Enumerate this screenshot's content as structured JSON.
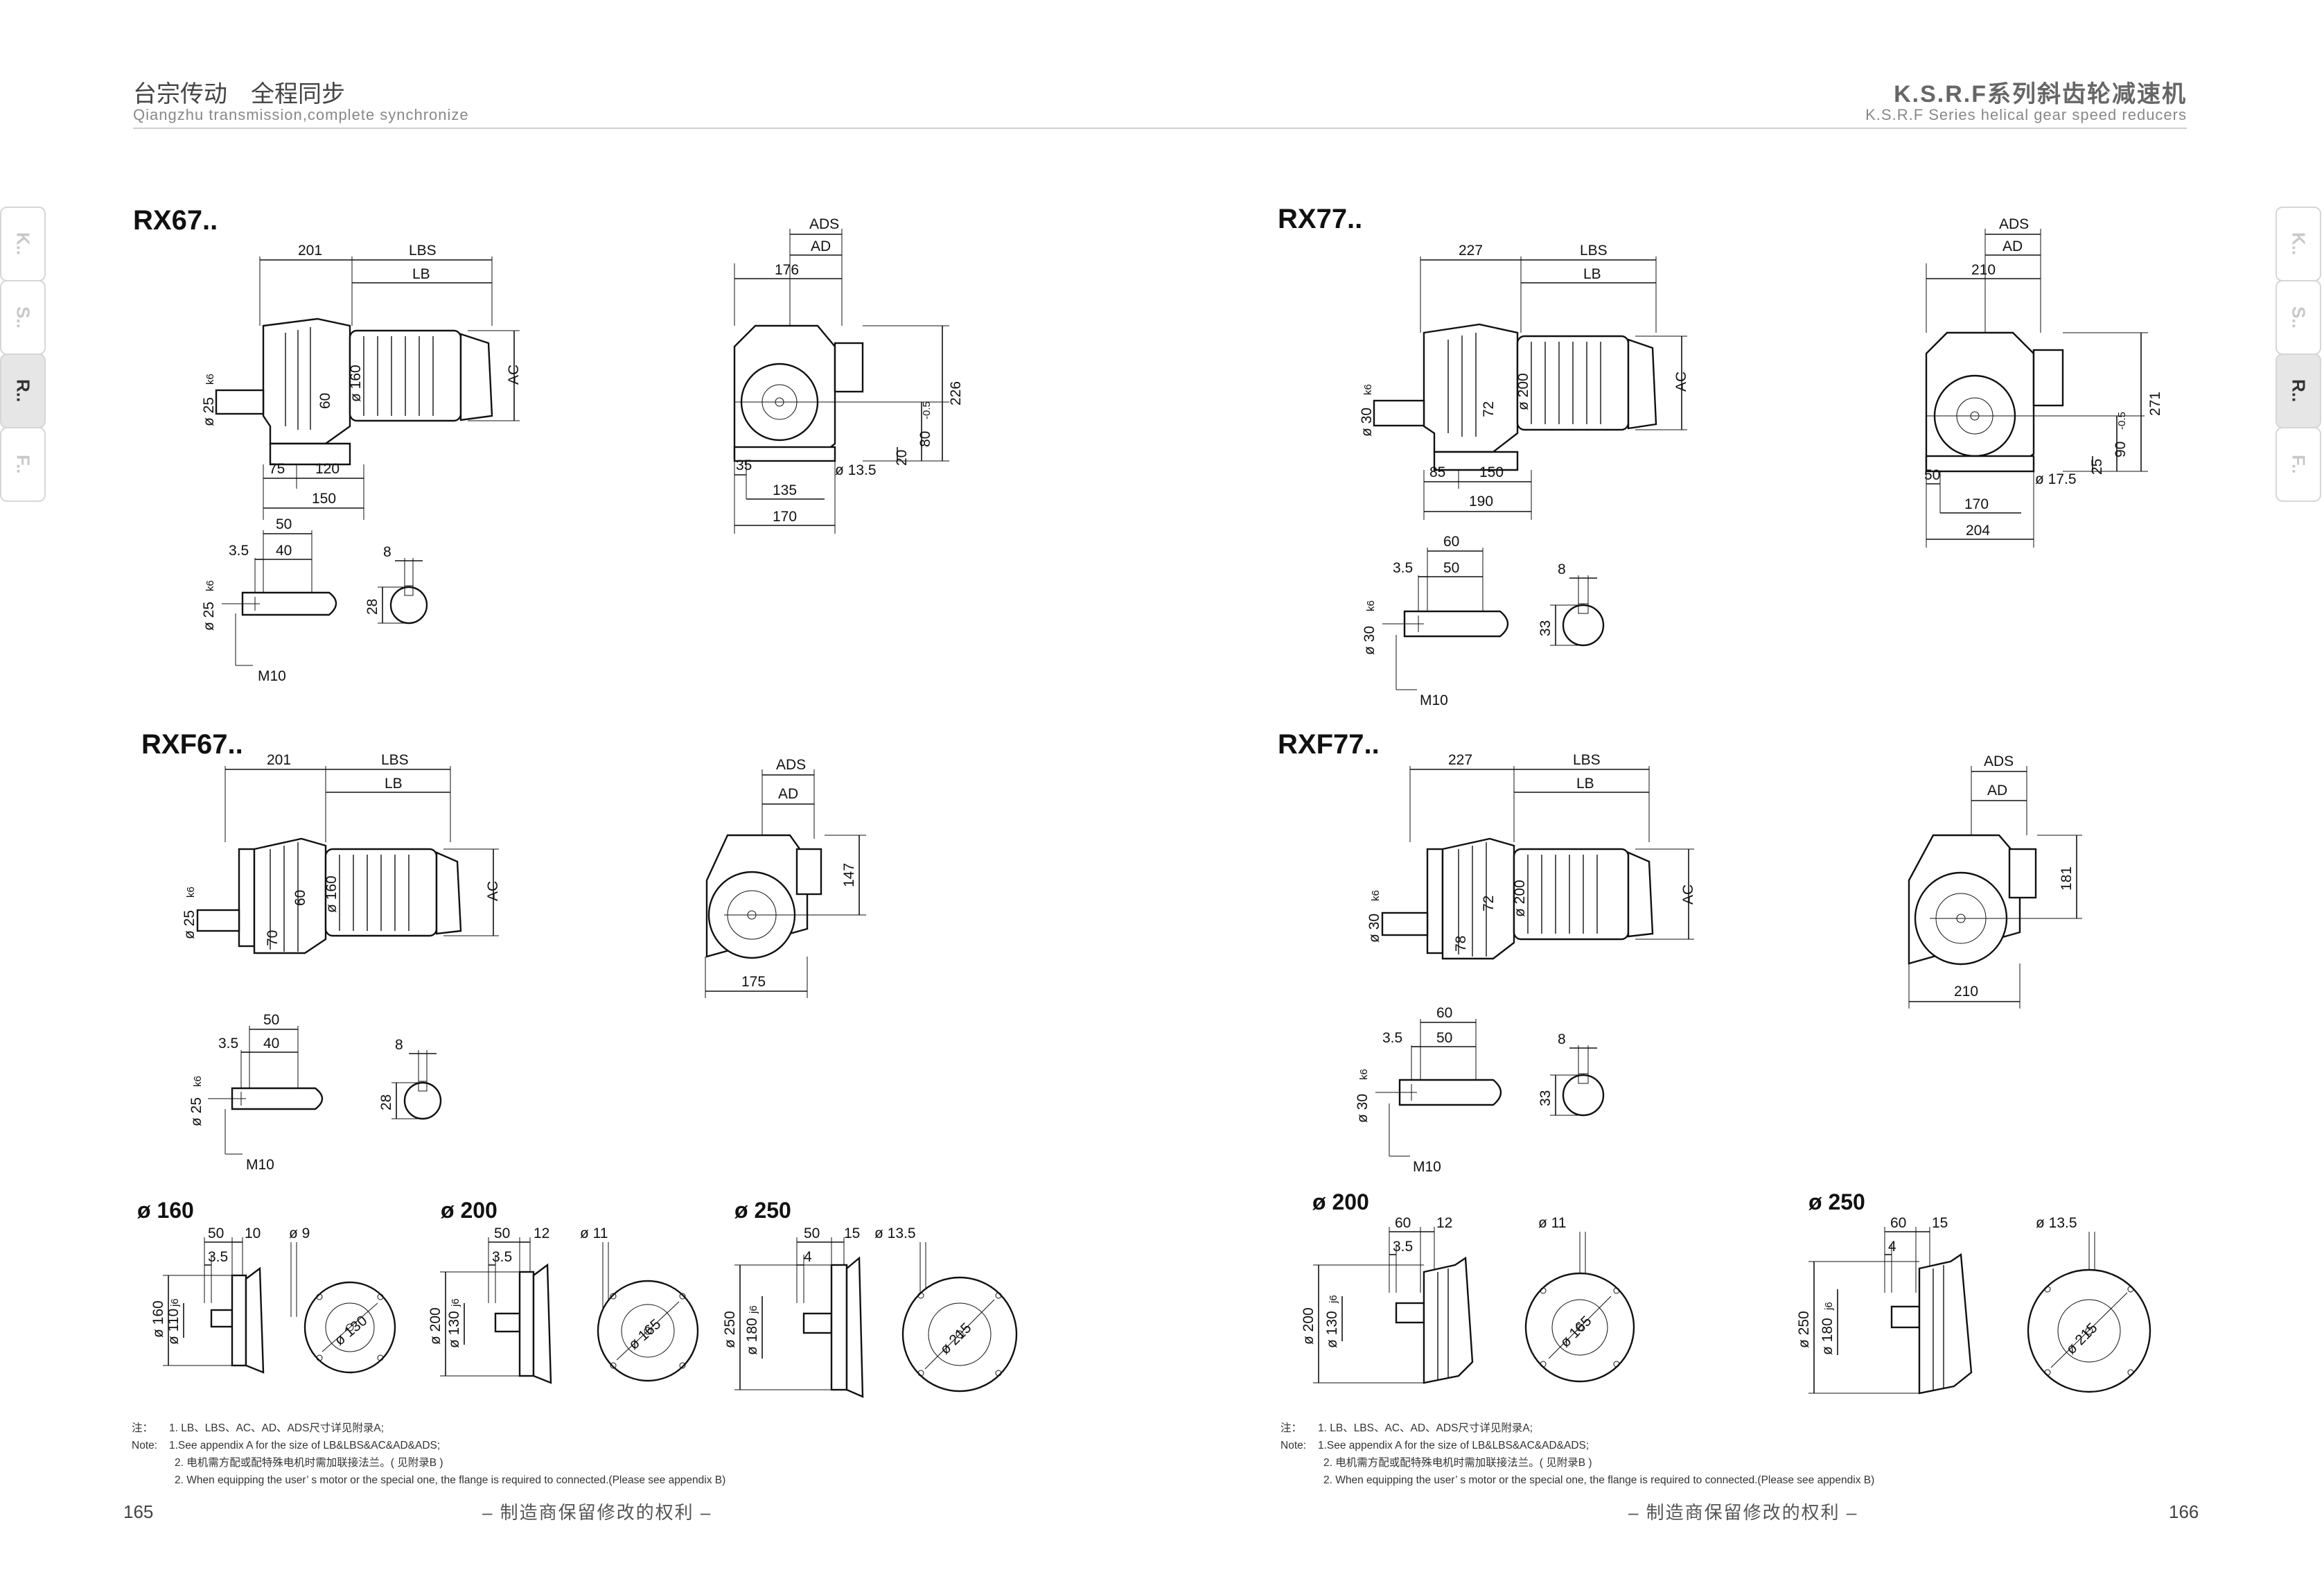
{
  "header": {
    "left_cn": "台宗传动　全程同步",
    "left_en": "Qiangzhu transmission,complete synchronize",
    "right_cn": "K.S.R.F系列斜齿轮减速机",
    "right_en": "K.S.R.F Series helical gear speed reducers"
  },
  "side_tabs": [
    "K..",
    "S..",
    "R..",
    "F.."
  ],
  "active_tab": "R..",
  "colors": {
    "active_tab_bg": "#e6e6e6",
    "tab_text": "#c8c8c8",
    "line": "#111111"
  },
  "models": {
    "rx67": {
      "title": "RX67..",
      "side": {
        "l201": "201",
        "lbs": "LBS",
        "lb": "LB",
        "ac": "AC",
        "shaft": "ø 25",
        "tol": "k6",
        "h60": "60",
        "d160": "ø 160",
        "f75": "75",
        "f120": "120",
        "f150": "150"
      },
      "front": {
        "ads": "ADS",
        "ad": "AD",
        "w176": "176",
        "h226": "226",
        "h80": "80",
        "h80t": "-0.5",
        "h20": "20",
        "f35": "35",
        "hole": "ø 13.5",
        "f135": "135",
        "f170": "170"
      },
      "shaft": {
        "l50": "50",
        "l35": "3.5",
        "l40": "40",
        "d": "ø 25",
        "tol": "k6",
        "thread": "M10",
        "k8": "8",
        "h28": "28"
      }
    },
    "rx77": {
      "title": "RX77..",
      "side": {
        "l201": "227",
        "lbs": "LBS",
        "lb": "LB",
        "ac": "AC",
        "shaft": "ø 30",
        "tol": "k6",
        "h60": "72",
        "d160": "ø 200",
        "f75": "85",
        "f120": "150",
        "f150": "190"
      },
      "front": {
        "ads": "ADS",
        "ad": "AD",
        "w176": "210",
        "h226": "271",
        "h80": "90",
        "h80t": "-0.5",
        "h20": "25",
        "f35": "50",
        "hole": "ø 17.5",
        "f135": "170",
        "f170": "204"
      },
      "shaft": {
        "l50": "60",
        "l35": "3.5",
        "l40": "50",
        "d": "ø 30",
        "tol": "k6",
        "thread": "M10",
        "k8": "8",
        "h28": "33"
      }
    },
    "rxf67": {
      "title": "RXF67..",
      "side": {
        "l201": "201",
        "lbs": "LBS",
        "lb": "LB",
        "ac": "AC",
        "shaft": "ø 25",
        "tol": "k6",
        "h60": "60",
        "d160": "ø 160",
        "h70": "70"
      },
      "front": {
        "ads": "ADS",
        "ad": "AD",
        "h147": "147",
        "w175": "175"
      },
      "shaft": {
        "l50": "50",
        "l35": "3.5",
        "l40": "40",
        "d": "ø 25",
        "tol": "k6",
        "thread": "M10",
        "k8": "8",
        "h28": "28"
      }
    },
    "rxf77": {
      "title": "RXF77..",
      "side": {
        "l201": "227",
        "lbs": "LBS",
        "lb": "LB",
        "ac": "AC",
        "shaft": "ø 30",
        "tol": "k6",
        "h60": "72",
        "d160": "ø 200",
        "h70": "78"
      },
      "front": {
        "ads": "ADS",
        "ad": "AD",
        "h147": "181",
        "w175": "210"
      },
      "shaft": {
        "l50": "60",
        "l35": "3.5",
        "l40": "50",
        "d": "ø 30",
        "tol": "k6",
        "thread": "M10",
        "k8": "8",
        "h28": "33"
      }
    }
  },
  "flanges": {
    "f160": {
      "title": "ø 160",
      "a": "50",
      "b": "10",
      "c": "3.5",
      "hole": "ø 9",
      "outer": "ø 160",
      "inner": "ø 110",
      "tol": "j6",
      "pcd": "ø 130"
    },
    "f200l": {
      "title": "ø 200",
      "a": "50",
      "b": "12",
      "c": "3.5",
      "hole": "ø 11",
      "outer": "ø 200",
      "inner": "ø 130",
      "tol": "j6",
      "pcd": "ø 165"
    },
    "f250l": {
      "title": "ø 250",
      "a": "50",
      "b": "15",
      "c": "4",
      "hole": "ø 13.5",
      "outer": "ø 250",
      "inner": "ø 180",
      "tol": "j6",
      "pcd": "ø 215"
    },
    "f200r": {
      "title": "ø 200",
      "a": "60",
      "b": "12",
      "c": "3.5",
      "hole": "ø 11",
      "outer": "ø 200",
      "inner": "ø 130",
      "tol": "j6",
      "pcd": "ø 165"
    },
    "f250r": {
      "title": "ø 250",
      "a": "60",
      "b": "15",
      "c": "4",
      "hole": "ø 13.5",
      "outer": "ø 250",
      "inner": "ø 180",
      "tol": "j6",
      "pcd": "ø 215"
    }
  },
  "notes": {
    "label_cn": "注：",
    "label_en": "Note:",
    "line1_cn": "1. LB、LBS、AC、AD、ADS尺寸详见附录A;",
    "line1_en": "1.See appendix A for the size of LB&LBS&AC&AD&ADS;",
    "line2_cn": "2. 电机需方配或配特殊电机时需加联接法兰。( 见附录B )",
    "line2_en": "2. When equipping the user’ s motor or the special one, the flange is required to connected.(Please see appendix B)"
  },
  "footer": {
    "left_page": "165",
    "right_page": "166",
    "rights": "– 制造商保留修改的权利 –"
  }
}
